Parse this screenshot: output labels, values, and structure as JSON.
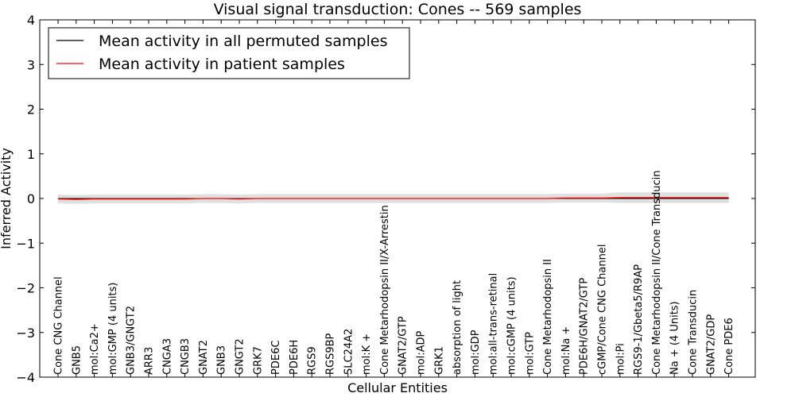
{
  "chart_data": {
    "type": "line",
    "title": "Visual signal transduction: Cones -- 569 samples",
    "xlabel": "Cellular Entities",
    "ylabel": "Inferred Activity",
    "ylim": [
      -4,
      4
    ],
    "yticks": [
      -4,
      -3,
      -2,
      -1,
      0,
      1,
      2,
      3,
      4
    ],
    "ytick_labels": [
      "−4",
      "−3",
      "−2",
      "−1",
      "0",
      "1",
      "2",
      "3",
      "4"
    ],
    "grid": false,
    "legend_position": "top-left",
    "categories": [
      "Cone CNG Channel",
      "GNB5",
      "mol:Ca2+",
      "mol:GMP (4 units)",
      "GNB3/GNGT2",
      "ARR3",
      "CNGA3",
      "CNGB3",
      "GNAT2",
      "GNB3",
      "GNGT2",
      "GRK7",
      "PDE6C",
      "PDE6H",
      "RGS9",
      "RGS9BP",
      "SLC24A2",
      "mol:K +",
      "Cone Metarhodopsin II/X-Arrestin",
      "GNAT2/GTP",
      "mol:ADP",
      "GRK1",
      "absorption of light",
      "mol:GDP",
      "mol:all-trans-retinal",
      "mol:cGMP (4 units)",
      "mol:GTP",
      "Cone Metarhodopsin II",
      "mol:Na +",
      "PDE6H/GNAT2/GTP",
      "cGMP/Cone CNG Channel",
      "mol:Pi",
      "RGS9-1/Gbeta5/R9AP",
      "Cone Metarhodopsin II/Cone Transducin",
      "Na + (4 Units)",
      "Cone Transducin",
      "GNAT2/GDP",
      "Cone PDE6"
    ],
    "series": [
      {
        "name": "Mean activity in all permuted samples",
        "color": "#000000",
        "values": [
          0,
          0,
          0,
          0,
          0,
          0,
          0,
          0,
          0,
          0,
          0,
          0,
          0,
          0,
          0,
          0,
          0,
          0,
          0,
          0,
          0,
          0,
          0,
          0,
          0,
          0,
          0,
          0,
          0,
          0,
          0,
          0,
          0,
          0,
          0,
          0,
          0,
          0
        ]
      },
      {
        "name": "Mean activity in patient samples",
        "color": "#ff0000",
        "values": [
          -0.01,
          -0.02,
          -0.01,
          -0.01,
          -0.01,
          -0.01,
          -0.01,
          -0.01,
          0,
          0,
          -0.01,
          0,
          0,
          0,
          0,
          0,
          0,
          0,
          0,
          0,
          0,
          0,
          0,
          0,
          0,
          0,
          0,
          0,
          0.01,
          0.01,
          0.01,
          0.02,
          0.02,
          0.02,
          0.02,
          0.02,
          0.02,
          0.02
        ]
      }
    ],
    "band_color": "#d3d3d3"
  }
}
